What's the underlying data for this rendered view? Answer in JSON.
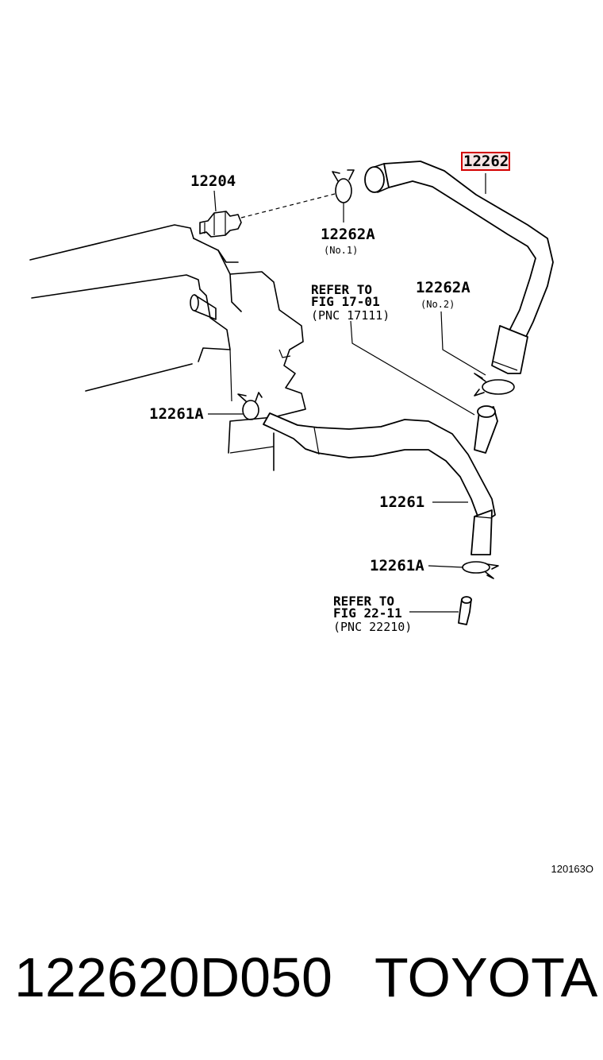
{
  "diagram": {
    "labels": {
      "p12262": "12262",
      "p12204": "12204",
      "p12262A_1": "12262A",
      "p12262A_1_sub": "(No.1)",
      "p12262A_2": "12262A",
      "p12262A_2_sub": "(No.2)",
      "p12261A_1": "12261A",
      "p12261": "12261",
      "p12261A_2": "12261A"
    },
    "refs": [
      {
        "line1": "REFER TO",
        "line2": "FIG 17-01",
        "line3": "(PNC 17111)"
      },
      {
        "line1": "REFER TO",
        "line2": "FIG 22-11",
        "line3": "(PNC 22210)"
      }
    ],
    "highlight_color": "#d40000",
    "figure_code": "120163O"
  },
  "footer": {
    "part_number": "122620D050",
    "brand": "TOYOTA"
  }
}
